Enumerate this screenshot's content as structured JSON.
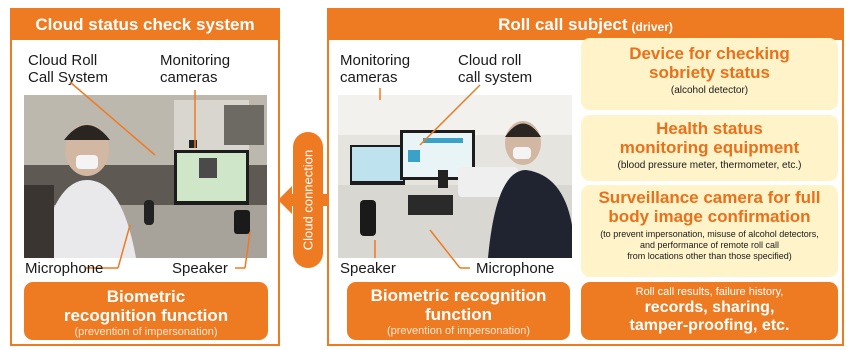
{
  "left_panel": {
    "title": "Cloud status check system",
    "label_cloud_roll": "Cloud Roll\nCall System",
    "label_monitoring": "Monitoring\ncameras",
    "label_microphone": "Microphone",
    "label_speaker": "Speaker",
    "button_title": "Biometric\nrecognition function",
    "button_sub": "(prevention of impersonation)"
  },
  "connector": {
    "label": "Cloud connection"
  },
  "right_panel": {
    "title": "Roll call subject",
    "title_sub": "(driver)",
    "label_monitoring": "Monitoring\ncameras",
    "label_cloud_roll": "Cloud roll\ncall system",
    "label_speaker": "Speaker",
    "label_microphone": "Microphone",
    "button_title": "Biometric recognition\nfunction",
    "button_sub": "(prevention of impersonation)",
    "boxes": [
      {
        "title": "Device for checking\nsobriety status",
        "sub": "(alcohol detector)"
      },
      {
        "title": "Health status\nmonitoring equipment",
        "sub": "(blood pressure meter, thermometer, etc.)"
      },
      {
        "title": "Surveillance camera for full\nbody image confirmation",
        "sub": "(to prevent impersonation, misuse of alcohol detectors,\nand performance of remote roll call\nfrom locations other than those specified)"
      }
    ],
    "records": {
      "sub": "Roll call results, failure history,",
      "title": "records, sharing,\ntamper-proofing, etc."
    }
  },
  "colors": {
    "accent": "#ee7b22",
    "yellow": "#fff3c9",
    "accent_text": "#e9711b"
  }
}
